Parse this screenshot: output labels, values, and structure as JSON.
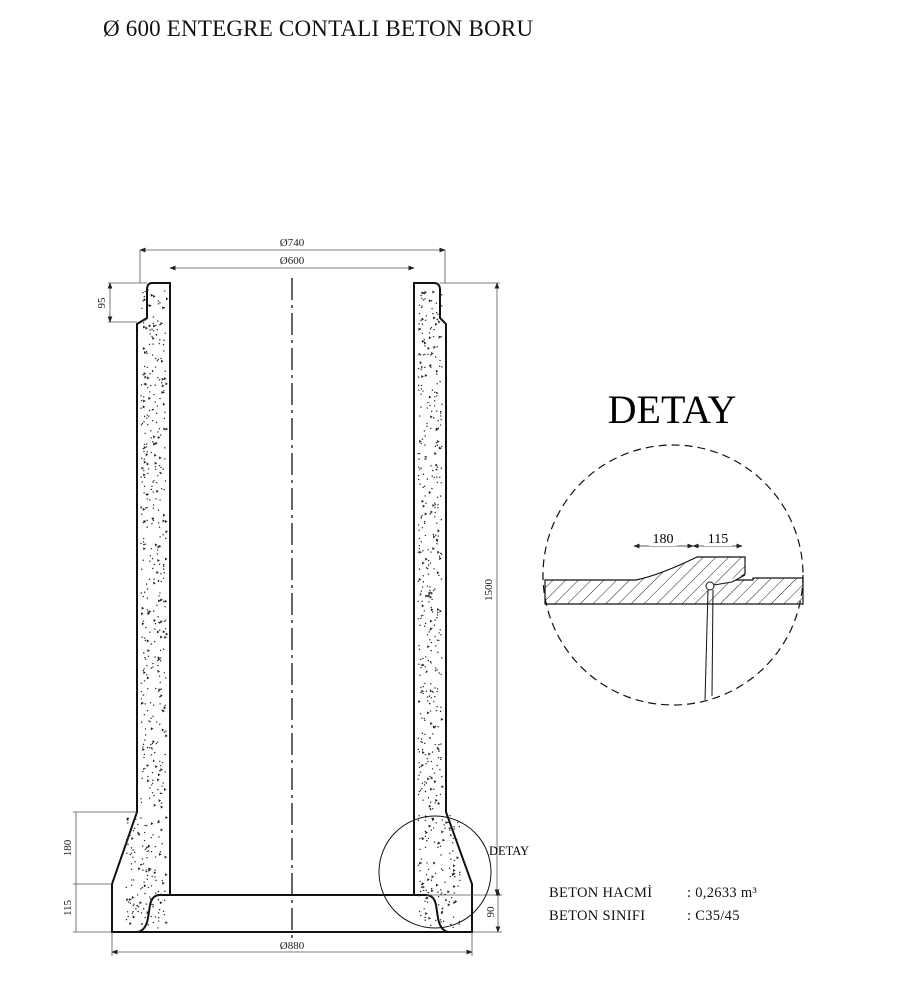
{
  "title": "Ø 600 ENTEGRE CONTALI BETON BORU",
  "dimensions": {
    "outer_top": "Ø740",
    "inner": "Ø600",
    "bell_outer": "Ø880",
    "length": "1500",
    "spigot_height": "95",
    "bell_taper": "180",
    "bell_base": "115",
    "socket_depth": "90"
  },
  "detail": {
    "heading": "DETAY",
    "callout": "DETAY",
    "dim_a": "180",
    "dim_b": "115"
  },
  "specs": [
    {
      "label": "BETON HACMİ",
      "value": ": 0,2633 m³"
    },
    {
      "label": "BETON SINIFI",
      "value": ":  C35/45"
    }
  ]
}
